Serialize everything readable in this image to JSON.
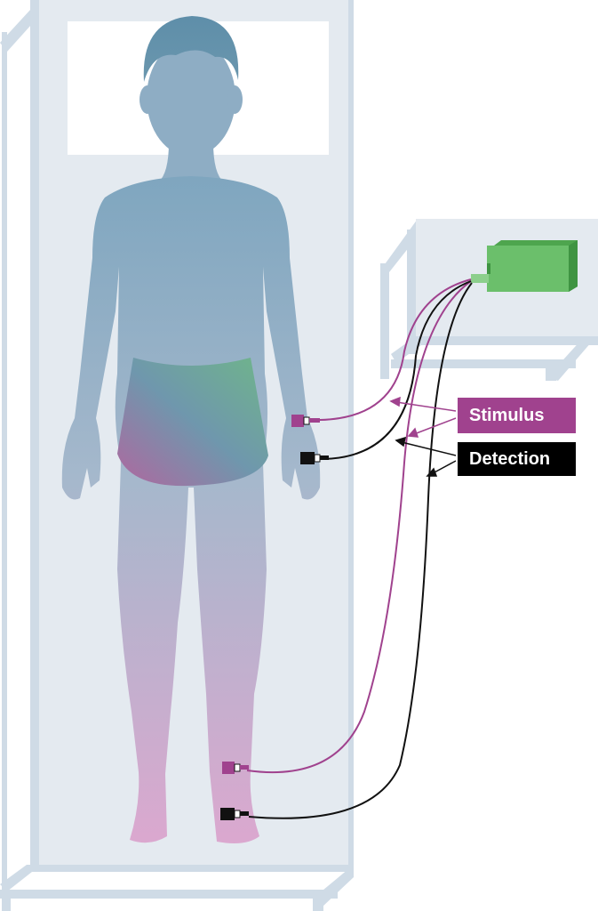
{
  "legend": {
    "stimulus": "Stimulus",
    "detection": "Detection"
  },
  "colors": {
    "stimulus": "#a0428e",
    "detection": "#000000",
    "bed_frame": "#cfdbe6",
    "bed_panel": "#e4eaf0",
    "device": "#5cb85c",
    "body_top": "#8fb0c8",
    "body_bottom": "#d9a7cc"
  },
  "icons": [
    "bed",
    "patient-figure",
    "stimulation-device",
    "stimulus-electrode",
    "detection-electrode"
  ]
}
